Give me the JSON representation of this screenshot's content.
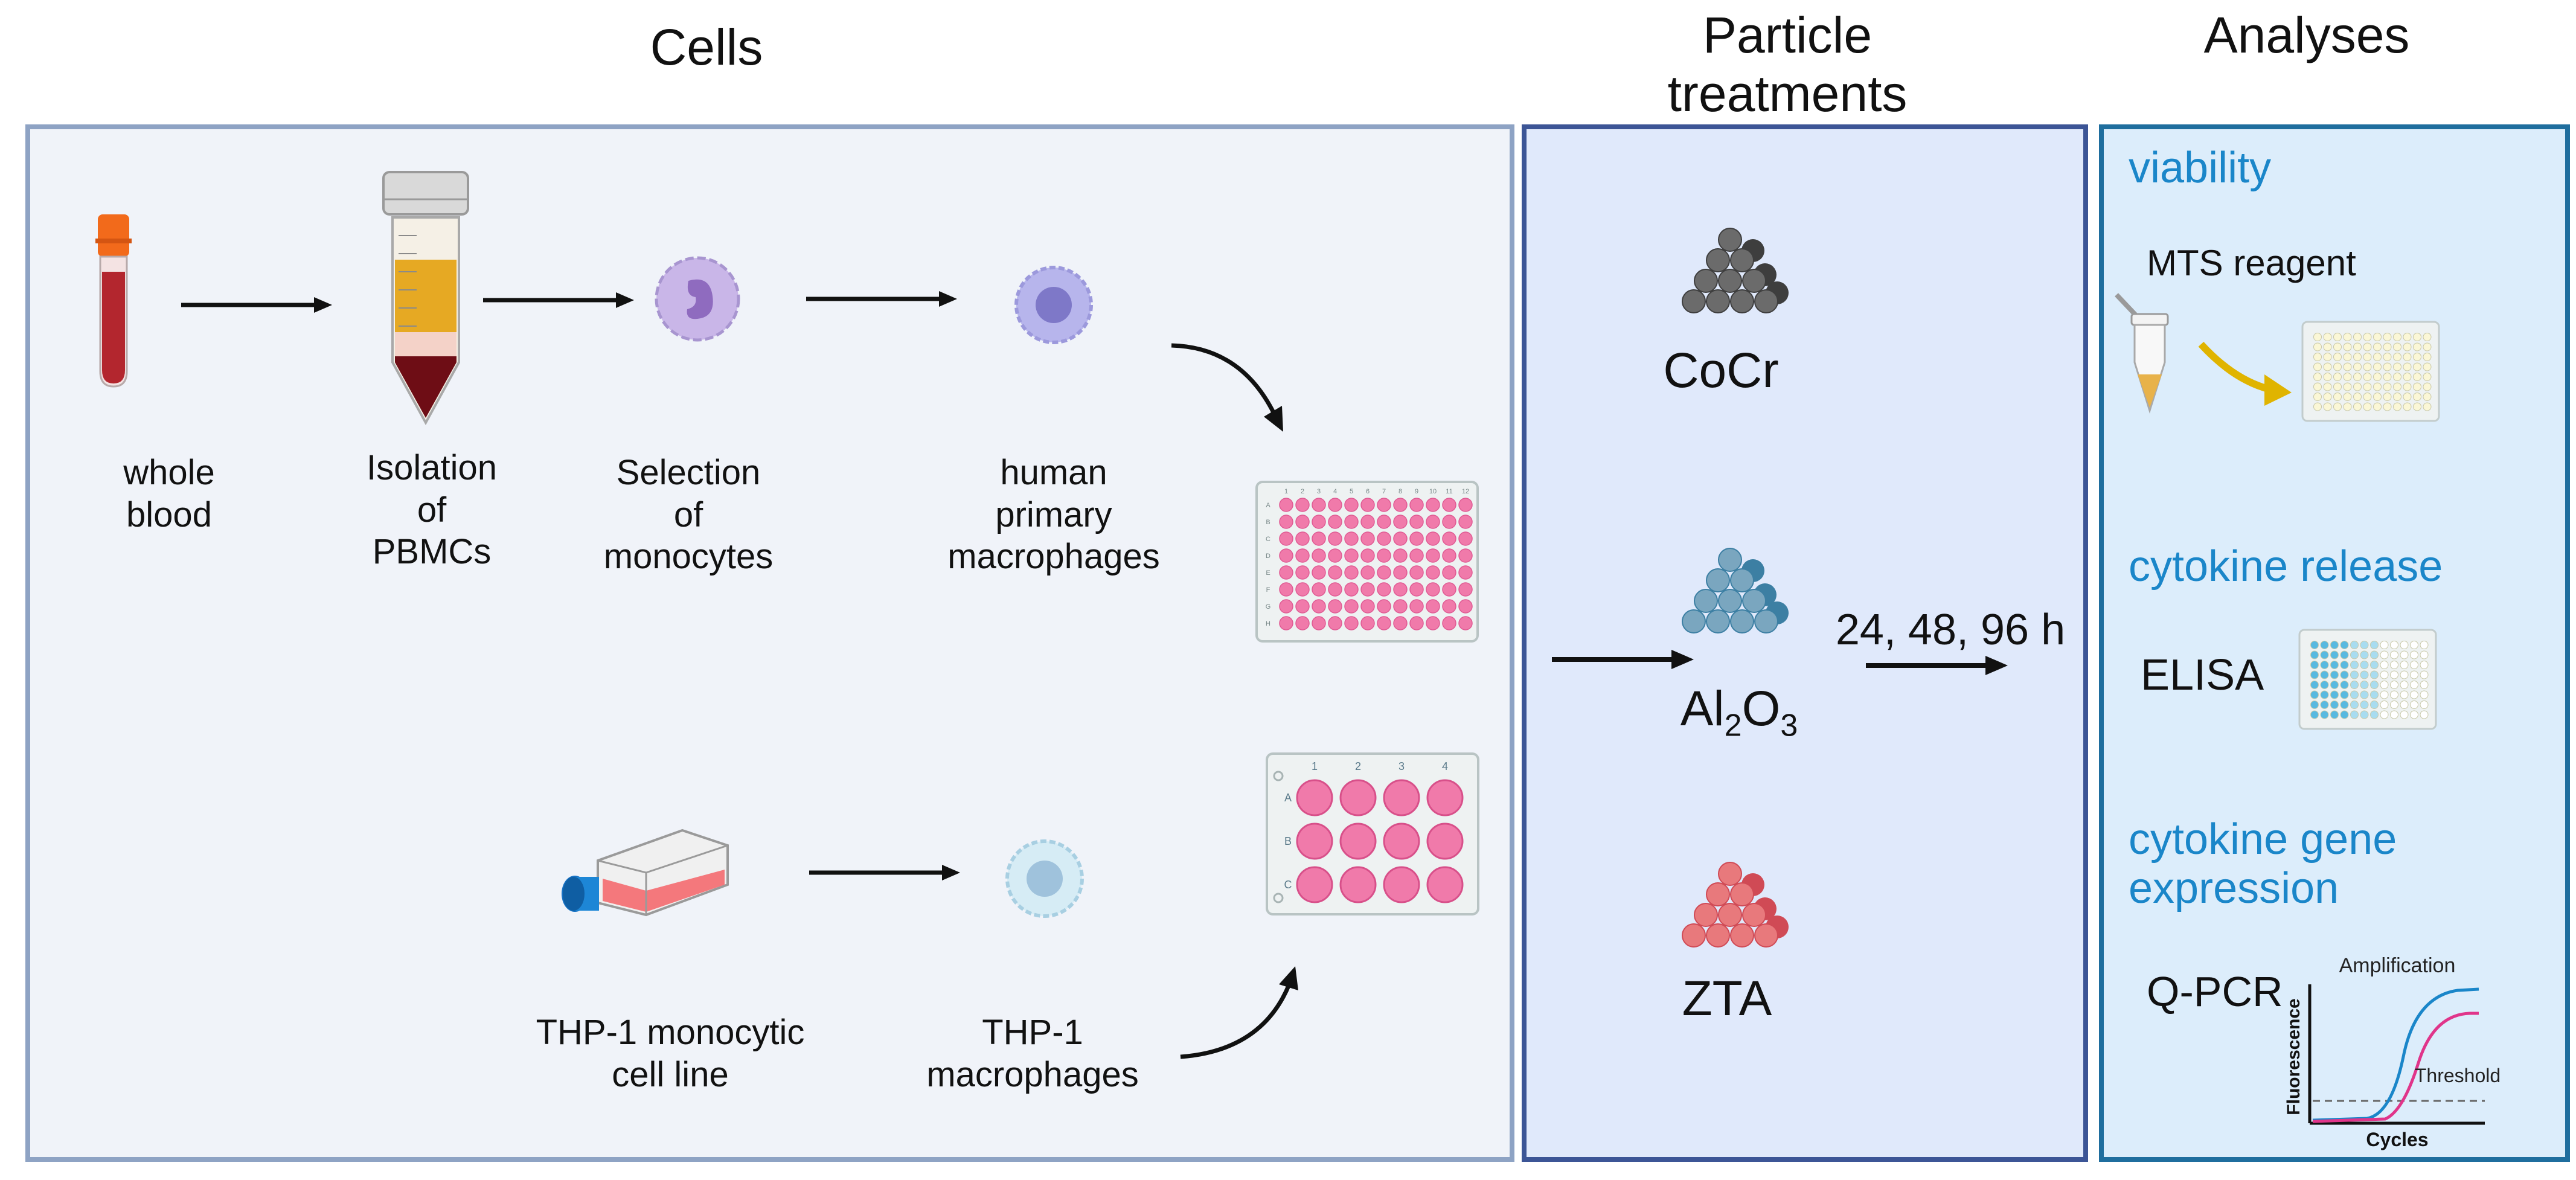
{
  "headings": {
    "cells": "Cells",
    "particle_treatments": "Particle\ntreatments",
    "analyses": "Analyses"
  },
  "cells_panel": {
    "whole_blood": "whole\nblood",
    "isolation": "Isolation\nof\nPBMCs",
    "selection": "Selection\nof\nmonocytes",
    "human_macrophages": "human\nprimary\nmacrophages",
    "thp1_line": "THP-1 monocytic\ncell line",
    "thp1_macrophages": "THP-1\nmacrophages",
    "plate96": {
      "columns": [
        "1",
        "2",
        "3",
        "4",
        "5",
        "6",
        "7",
        "8",
        "9",
        "10",
        "11",
        "12"
      ],
      "rows": [
        "A",
        "B",
        "C",
        "D",
        "E",
        "F",
        "G",
        "H"
      ]
    },
    "plate12": {
      "columns": [
        "1",
        "2",
        "3",
        "4"
      ],
      "rows": [
        "A",
        "B",
        "C"
      ]
    }
  },
  "particles_panel": {
    "particles": [
      {
        "name": "CoCr",
        "color": "#6b6b6b"
      },
      {
        "name": "Al2O3",
        "color": "#7aa6bf"
      },
      {
        "name": "ZTA",
        "color": "#e8797c"
      }
    ],
    "al2o3": {
      "base": "Al",
      "sub1": "2",
      "mid": "O",
      "sub2": "3"
    },
    "times": "24, 48, 96 h"
  },
  "analyses_panel": {
    "viability": "viability",
    "mts": "MTS reagent",
    "cytokine_release": "cytokine release",
    "elisa": "ELISA",
    "gene_expression": "cytokine gene\nexpression",
    "qpcr": "Q-PCR",
    "qpcr_chart": {
      "title": "Amplification",
      "ylabel": "Fluorescence",
      "xlabel": "Cycles",
      "threshold_label": "Threshold",
      "series_colors": [
        "#1a86c9",
        "#e0358a"
      ]
    }
  },
  "colors": {
    "cells_bg": "#f0f3f9",
    "cells_border": "#8ea3c4",
    "particles_bg": "#e0e9fb",
    "particles_border": "#3c5596",
    "analyses_bg": "#dcedfb",
    "analyses_border": "#1f6e9e",
    "accent_blue": "#1a86c9",
    "well_pink": "#f07aaa"
  }
}
